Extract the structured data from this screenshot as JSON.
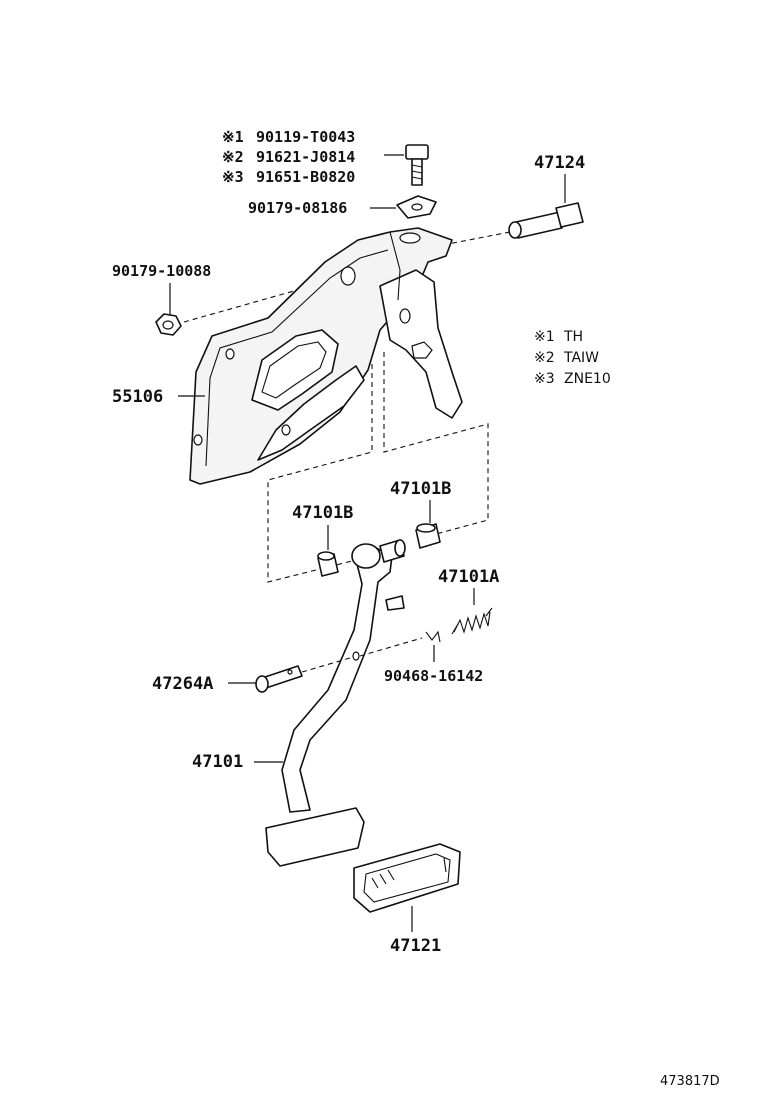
{
  "bolt_options": [
    {
      "mark": "※1",
      "part_no": "90119-T0043"
    },
    {
      "mark": "※2",
      "part_no": "91621-J0814"
    },
    {
      "mark": "※3",
      "part_no": "91651-B0820"
    }
  ],
  "variant_legend": [
    {
      "mark": "※1",
      "model": "TH"
    },
    {
      "mark": "※2",
      "model": "TAIW"
    },
    {
      "mark": "※3",
      "model": "ZNE10"
    }
  ],
  "parts": {
    "washer": "90179-08186",
    "pivot_bolt": "47124",
    "nut": "90179-10088",
    "bracket": "55106",
    "bushing_left": "47101B",
    "bushing_right": "47101B",
    "return_spring": "47101A",
    "clevis_pin": "47264A",
    "clip": "90468-16142",
    "pedal_arm": "47101",
    "pedal_pad": "47121"
  },
  "diagram_ref": "473817D"
}
